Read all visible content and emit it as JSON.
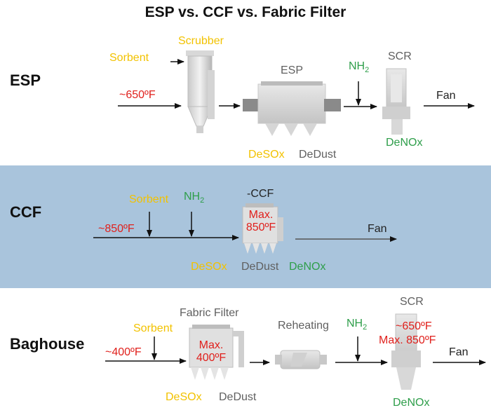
{
  "title": "ESP vs. CCF vs. Fabric Filter",
  "colors": {
    "yellow": "#f2c200",
    "red": "#e0201c",
    "green": "#2e9e4a",
    "gray": "#606060",
    "band": "#a9c4dc"
  },
  "esp": {
    "row_label": "ESP",
    "sorbent": "Sorbent",
    "scrubber": "Scrubber",
    "temp": "~650ºF",
    "esp_label": "ESP",
    "nh3_base": "NH",
    "nh3_sub": "2",
    "scr": "SCR",
    "fan": "Fan",
    "desox": "DeSOx",
    "dedust": "DeDust",
    "denox": "DeNOx"
  },
  "ccf": {
    "row_label": "CCF",
    "sorbent": "Sorbent",
    "nh3_base": "NH",
    "nh3_sub": "2",
    "ccf_label": "-CCF",
    "max_line1": "Max.",
    "max_line2": "850ºF",
    "temp": "~850ºF",
    "fan": "Fan",
    "desox": "DeSOx",
    "dedust": "DeDust",
    "denox": "DeNOx"
  },
  "baghouse": {
    "row_label": "Baghouse",
    "fabric_filter": "Fabric Filter",
    "sorbent": "Sorbent",
    "max_line1": "Max.",
    "max_line2": "400ºF",
    "temp": "~400ºF",
    "reheating": "Reheating",
    "nh3_base": "NH",
    "nh3_sub": "2",
    "scr": "SCR",
    "scr_temp": "~650ºF",
    "scr_max": "Max. 850ºF",
    "fan": "Fan",
    "desox": "DeSOx",
    "dedust": "DeDust",
    "denox": "DeNOx"
  }
}
